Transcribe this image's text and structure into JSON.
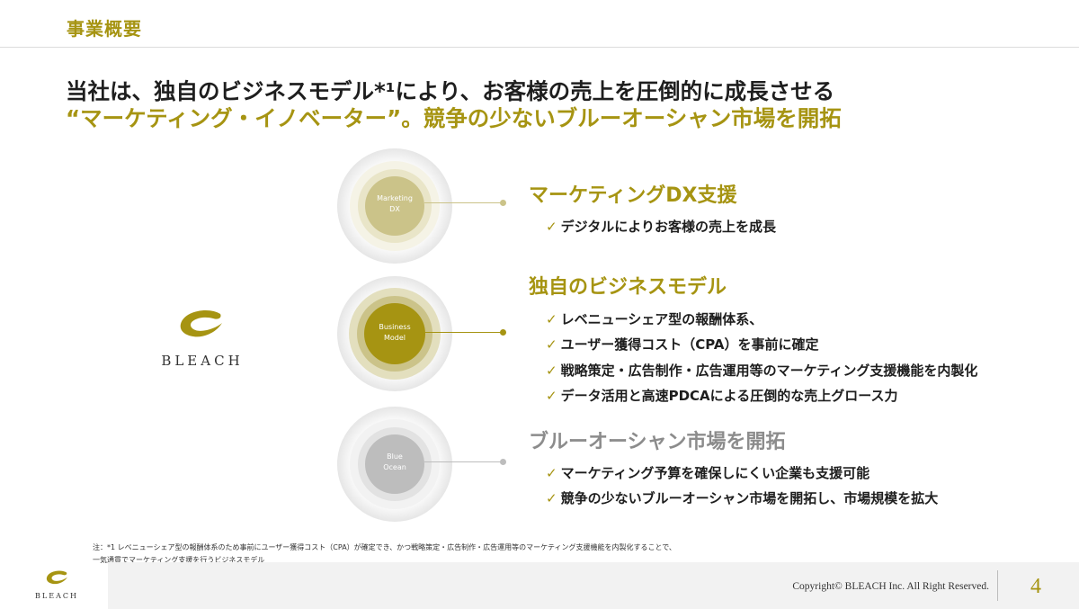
{
  "section_title": "事業概要",
  "headline": {
    "line1": "当社は、独自のビジネスモデル*¹により、お客様の売上を圧倒的に成長させる",
    "line2": "“マーケティング・イノベーター”。競争の少ないブルーオーシャン市場を開拓"
  },
  "brand": {
    "name": "BLEACH",
    "logo_icon": "bleach-swoosh-logo"
  },
  "circles": [
    {
      "label_line1": "Marketing",
      "label_line2": "DX",
      "color": "#cbc389"
    },
    {
      "label_line1": "Business",
      "label_line2": "Model",
      "color": "#a69412"
    },
    {
      "label_line1": "Blue",
      "label_line2": "Ocean",
      "color": "#bdbdbd"
    }
  ],
  "blocks": [
    {
      "title": "マーケティングDX支援",
      "title_color": "#a69412",
      "bullets": [
        "デジタルによりお客様の売上を成長"
      ]
    },
    {
      "title": "独自のビジネスモデル",
      "title_color": "#a69412",
      "bullets": [
        "レベニューシェア型の報酬体系、",
        "ユーザー獲得コスト（CPA）を事前に確定",
        "戦略策定・広告制作・広告運用等のマーケティング支援機能を内製化",
        "データ活用と高速PDCAによる圧倒的な売上グロース力"
      ]
    },
    {
      "title": "ブルーオーシャン市場を開拓",
      "title_color": "#8c8c8c",
      "bullets": [
        "マーケティング予算を確保しにくい企業も支援可能",
        "競争の少ないブルーオーシャン市場を開拓し、市場規模を拡大"
      ]
    }
  ],
  "check_mark": "✓",
  "note": {
    "line1": "注：*1 レベニューシェア型の報酬体系のため事前にユーザー獲得コスト（CPA）が確定でき、かつ戦略策定・広告制作・広告運用等のマーケティング支援機能を内製化することで、",
    "line2": "一気通貫でマーケティング支援を行うビジネスモデル"
  },
  "footer": {
    "logo_name": "BLEACH",
    "copyright": "Copyright© BLEACH Inc. All Right Reserved.",
    "page_number": "4"
  },
  "colors": {
    "accent": "#a69412",
    "accent_light": "#cbc389",
    "gray": "#bdbdbd"
  }
}
